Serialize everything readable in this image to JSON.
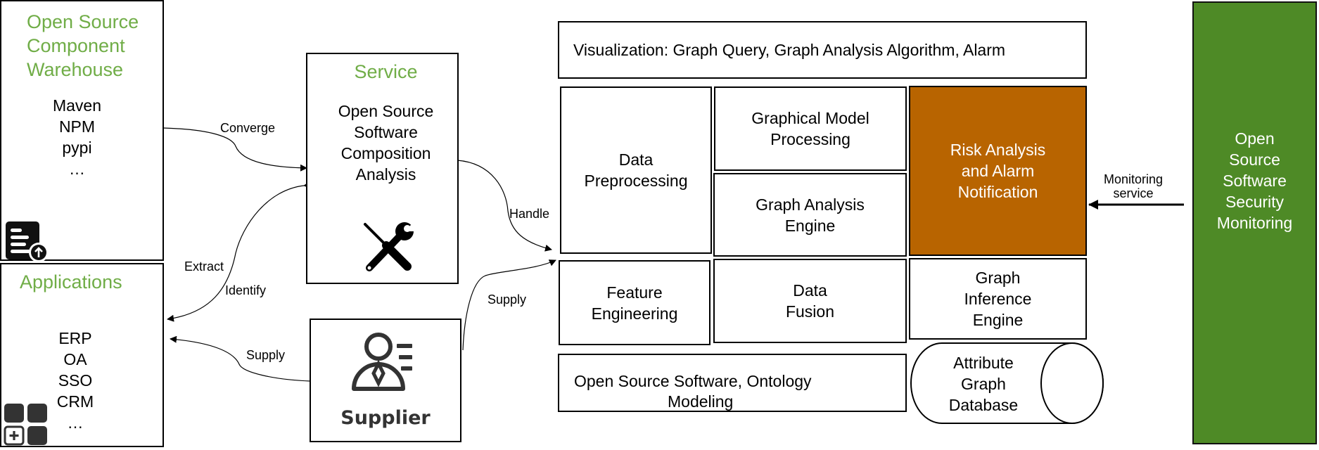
{
  "warehouse": {
    "title": [
      "Open Source",
      "Component",
      "Warehouse"
    ],
    "items": [
      "Maven",
      "NPM",
      "pypi",
      "…"
    ],
    "icon": "document-upload-icon"
  },
  "applications": {
    "title": "Applications",
    "items": [
      "ERP",
      "OA",
      "SSO",
      "CRM",
      "…"
    ],
    "icon": "app-grid-add-icon"
  },
  "service": {
    "title": "Service",
    "body": [
      "Open Source",
      "Software",
      "Composition",
      "Analysis"
    ],
    "icon": "tools-wrench-screwdriver-icon"
  },
  "supplier": {
    "label": "Supplier",
    "icon": "person-list-icon"
  },
  "edges": {
    "converge": "Converge",
    "extract": "Extract",
    "identify": "Identify",
    "supply_left": "Supply",
    "handle": "Handle",
    "supply_right": "Supply",
    "monitoring": [
      "Monitoring",
      "service"
    ]
  },
  "platform": {
    "visualization": "Visualization: Graph Query, Graph Analysis Algorithm, Alarm",
    "data_preprocessing": [
      "Data",
      "Preprocessing"
    ],
    "graphical_model": [
      "Graphical Model",
      "Processing"
    ],
    "graph_analysis_engine": [
      "Graph Analysis",
      "Engine"
    ],
    "risk_analysis": [
      "Risk Analysis",
      "and Alarm",
      "Notification"
    ],
    "feature_engineering": [
      "Feature",
      "Engineering"
    ],
    "data_fusion": [
      "Data",
      "Fusion"
    ],
    "graph_inference": [
      "Graph",
      "Inference",
      "Engine"
    ],
    "ontology": [
      "Open Source Software, Ontology",
      "Modeling"
    ],
    "database": [
      "Attribute",
      "Graph",
      "Database"
    ]
  },
  "monitoring_panel": {
    "title": [
      "Open",
      "Source",
      "Software",
      "Security",
      "Monitoring"
    ]
  },
  "colors": {
    "title_green": "#70ad47",
    "risk_orange": "#b86400",
    "monitor_green": "#4e8a26"
  }
}
